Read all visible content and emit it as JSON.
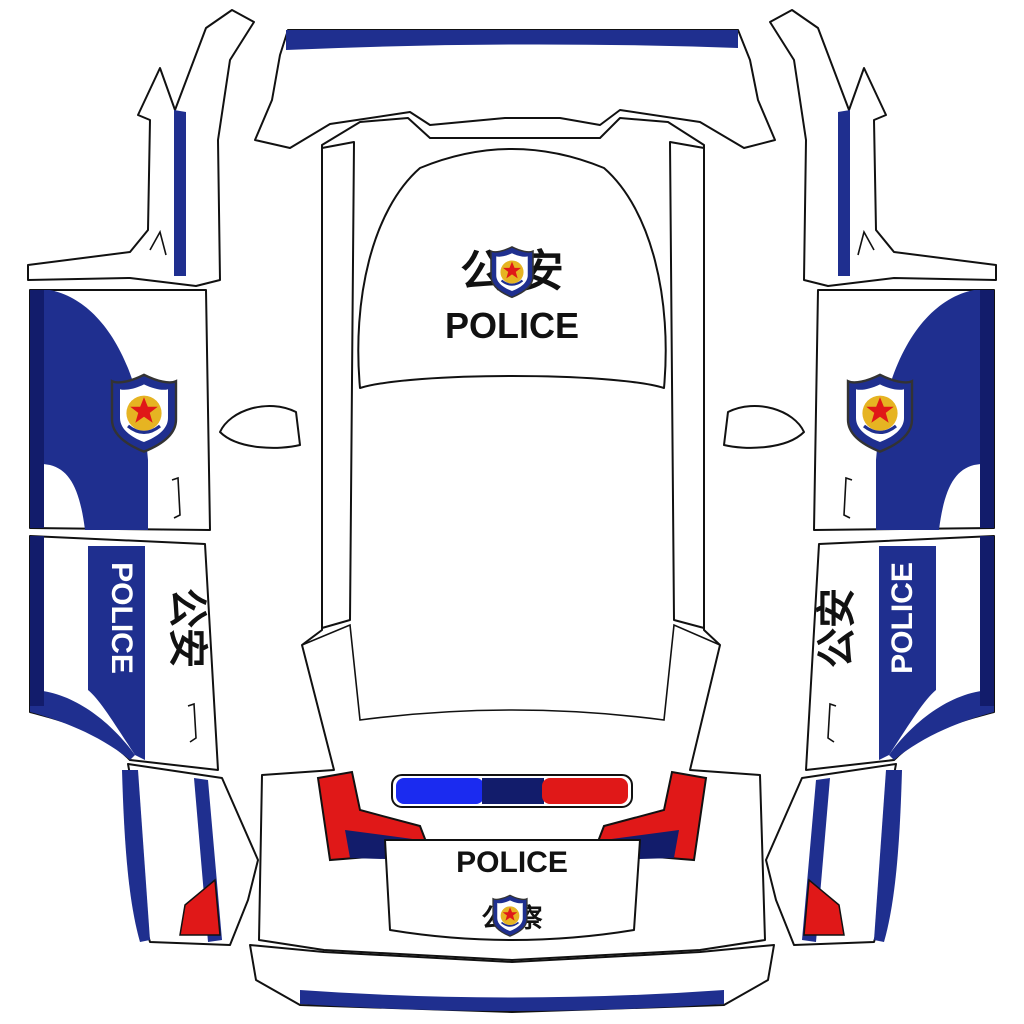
{
  "livery": {
    "roof": {
      "title": "公 安",
      "subtitle": "POLICE"
    },
    "left_door": {
      "english": "POLICE",
      "chinese": "公安"
    },
    "right_door": {
      "english": "POLICE",
      "chinese": "公安"
    },
    "front": {
      "english": "POLICE",
      "chinese": "公 察"
    }
  },
  "colors": {
    "blue": "#1f2f8f",
    "dark_blue": "#121c6b",
    "red": "#e01818",
    "bright_blue": "#1b2bf0"
  }
}
